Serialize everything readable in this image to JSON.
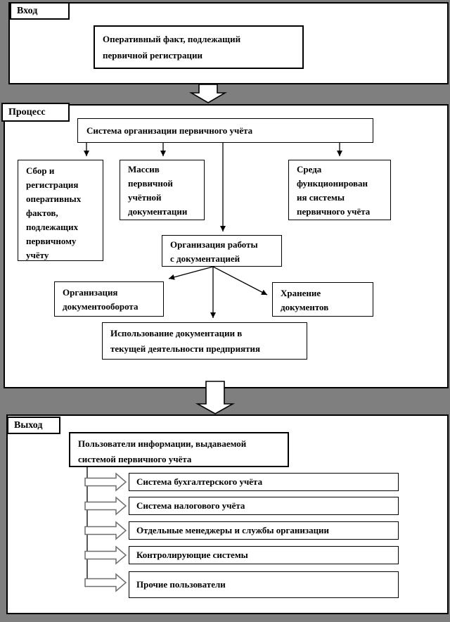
{
  "title": "Схема системы первичного учёта (вход — процесс — выход)",
  "colors": {
    "page_background": "#7f7f7f",
    "section_background": "#ffffff",
    "border": "#000000",
    "list_arrow_outline": "#6e6e6e"
  },
  "icons": {
    "band_arrow": "block-arrow-down",
    "list_arrow": "block-arrow-right",
    "connector": "thin-arrow-down"
  },
  "input": {
    "label": "Вход",
    "fact": "Оперативный факт, подлежащий\nпервичной регистрации"
  },
  "process": {
    "label": "Процесс",
    "root": "Система организации первичного учёта",
    "children": [
      "Сбор и\nрегистрация\nоперативных\nфактов,\nподлежащих\nпервичному\nучёту",
      "Массив\nпервичной\nучётной\nдокументации",
      "Среда\nфункционирован\nия системы\nпервичного учёта"
    ],
    "work": "Организация работы\nс документацией",
    "work_children": [
      "Организация\nдокументооборота",
      "Хранение\nдокументов",
      "Использование документации в\nтекущей  деятельности предприятия"
    ]
  },
  "output": {
    "label": "Выход",
    "root": "Пользователи информации, выдаваемой\nсистемой первичного учёта",
    "users": [
      "Система бухгалтерского  учёта",
      "Система налогового учёта",
      "Отдельные менеджеры и службы  организации",
      "Контролирующие системы",
      "Прочие пользователи"
    ]
  }
}
